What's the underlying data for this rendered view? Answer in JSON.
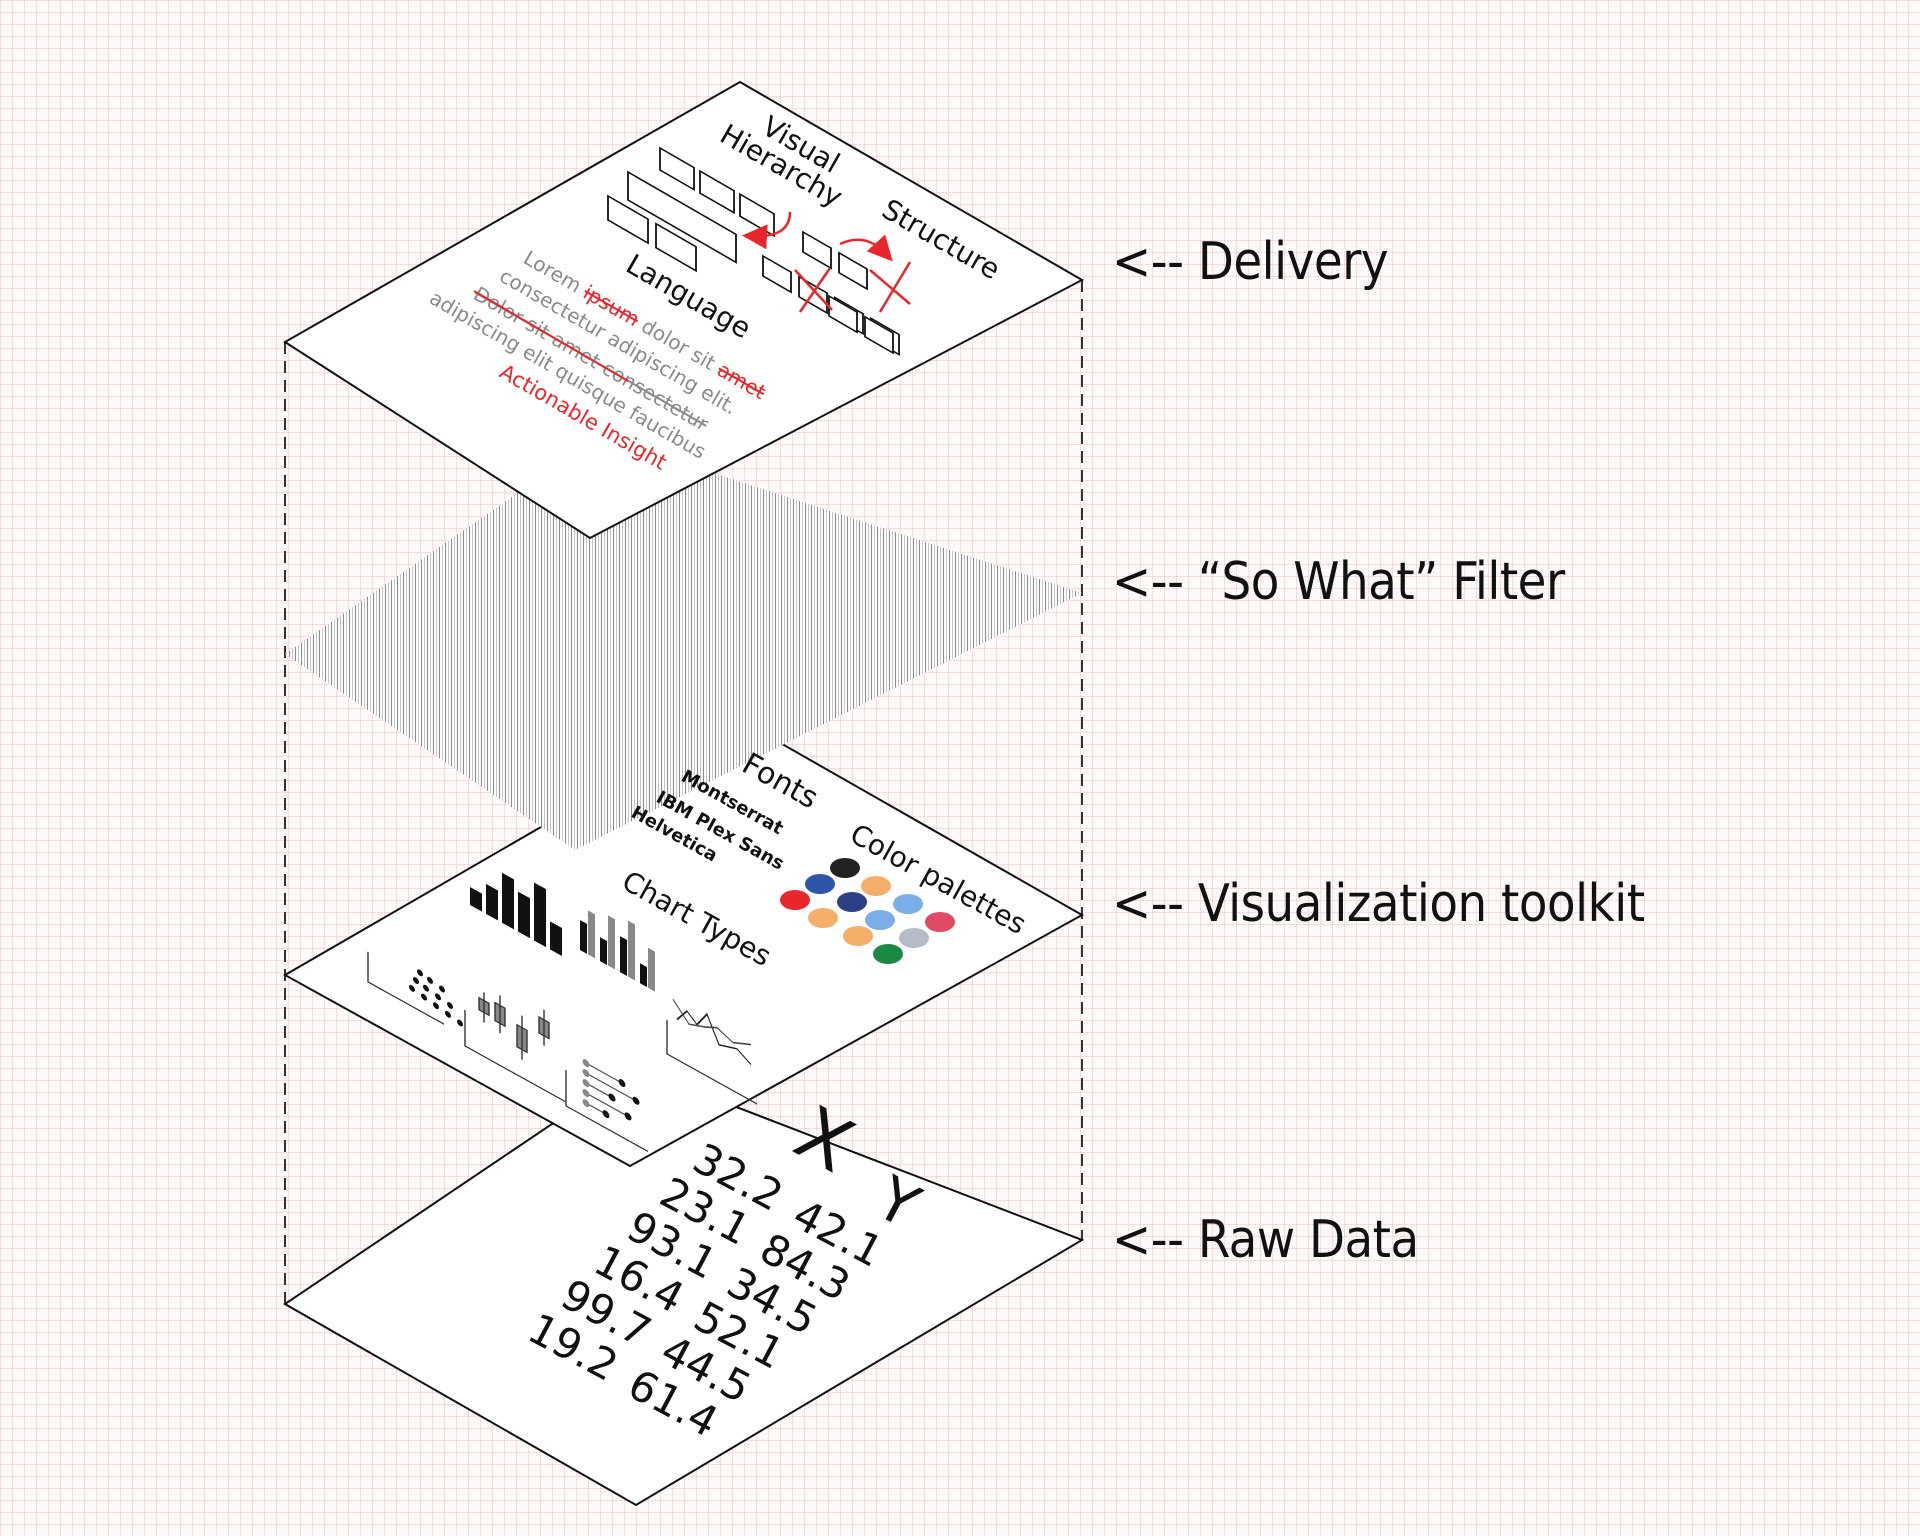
{
  "layers": {
    "delivery": {
      "label": "<-- Delivery",
      "visual_hierarchy": [
        "Visual",
        "Hierarchy"
      ],
      "structure": "Structure",
      "language": "Language",
      "lorem_lines": [
        [
          "Lorem ",
          "ipsum",
          " dolor sit ",
          "amet"
        ],
        [
          "consectetur adipiscing elit."
        ],
        [
          "Dolor sit amet consectetur"
        ],
        [
          "adipiscing elit quisque faucibus"
        ]
      ],
      "insight": "Actionable Insight",
      "caret": "^"
    },
    "filter": {
      "label": "<-- “So What” Filter"
    },
    "toolkit": {
      "label": "<-- Visualization toolkit",
      "fonts_title": "Fonts",
      "fonts": [
        "Montserrat",
        "IBM Plex Sans",
        "Helvetica"
      ],
      "color_title": "Color palettes",
      "palette": [
        "#222222",
        "#2d55a8",
        "#f4b06b",
        "#e8262b",
        "#2f3f86",
        "#7aaee6",
        "#f4b06b",
        "#7aaee6",
        "#e04a65",
        "#f4b06b",
        "#b5bcc8",
        "#1c8a45"
      ],
      "chart_types_title": "Chart Types"
    },
    "raw": {
      "label": "<-- Raw Data",
      "headers": [
        "X",
        "Y"
      ],
      "rows": [
        [
          "32.2",
          "42.1"
        ],
        [
          "23.1",
          "84.3"
        ],
        [
          "93.1",
          "34.5"
        ],
        [
          "16.4",
          "52.1"
        ],
        [
          "99.7",
          "44.5"
        ],
        [
          "19.2",
          "61.4"
        ]
      ]
    }
  },
  "colors": {
    "accent": "#e8262b",
    "ink": "#111111",
    "muted": "#8a8a8a"
  }
}
